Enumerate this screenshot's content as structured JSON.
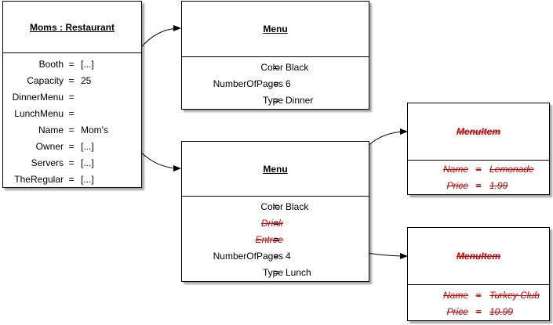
{
  "restaurant": {
    "title": "Moms : Restaurant",
    "fields": [
      {
        "name": "Booth",
        "value": "[...]"
      },
      {
        "name": "Capacity",
        "value": "25"
      },
      {
        "name": "DinnerMenu",
        "value": ""
      },
      {
        "name": "LunchMenu",
        "value": ""
      },
      {
        "name": "Name",
        "value": "Mom's"
      },
      {
        "name": "Owner",
        "value": "[...]"
      },
      {
        "name": "Servers",
        "value": "[...]"
      },
      {
        "name": "TheRegular",
        "value": "[...]"
      }
    ]
  },
  "dinner_menu": {
    "title": "Menu",
    "fields": [
      {
        "name": "Color",
        "value": "Black"
      },
      {
        "name": "NumberOfPages",
        "value": "6"
      },
      {
        "name": "Type",
        "value": "Dinner"
      }
    ]
  },
  "lunch_menu": {
    "title": "Menu",
    "fields": [
      {
        "name": "Color",
        "value": "Black"
      },
      {
        "name": "Drink",
        "value": ""
      },
      {
        "name": "Entree",
        "value": ""
      },
      {
        "name": "NumberOfPages",
        "value": "4"
      },
      {
        "name": "Type",
        "value": "Lunch"
      }
    ]
  },
  "menu_item_drink": {
    "title": "MenuItem",
    "fields": [
      {
        "name": "Name",
        "value": "Lemonade"
      },
      {
        "name": "Price",
        "value": "1.99"
      }
    ]
  },
  "menu_item_entree": {
    "title": "MenuItem",
    "fields": [
      {
        "name": "Name",
        "value": "Turkey Club"
      },
      {
        "name": "Price",
        "value": "10.99"
      }
    ]
  },
  "equals_sign": "=",
  "colors": {
    "line": "#000000",
    "removed": "#cc0000",
    "shadow": "#888888"
  }
}
